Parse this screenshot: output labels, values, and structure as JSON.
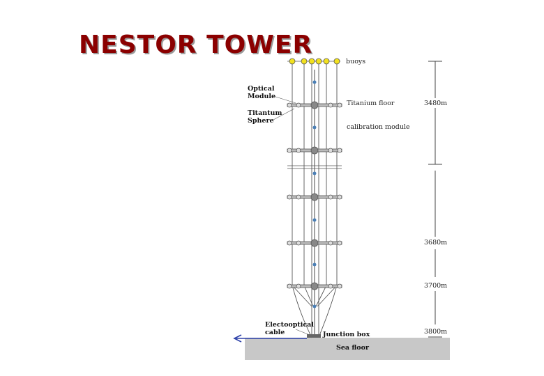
{
  "slide": {
    "title": "NESTOR TOWER"
  },
  "labels": {
    "buoys": "buoys",
    "optical_module_1": "Optical",
    "optical_module_2": "Module",
    "titanium_sphere_1": "Titantum",
    "titanium_sphere_2": "Sphere",
    "titanium_floor": "Titanium floor",
    "calibration_module": "calibration module",
    "electrooptical_cable_1": "Electooptical",
    "electrooptical_cable_2": "cable",
    "junction_box": "Junction box",
    "sea_floor": "Sea floor"
  },
  "depths": {
    "d1": "3480m",
    "d2": "3680m",
    "d3": "3700m",
    "d4": "3800m"
  },
  "colors": {
    "title": "#8b0000",
    "title_shadow": "#9a9a9a",
    "buoy": "#f2e11f",
    "module": "#4a7fb5",
    "cable_arrow": "#2b3fa8",
    "sea_floor": "#c8c8c8"
  }
}
